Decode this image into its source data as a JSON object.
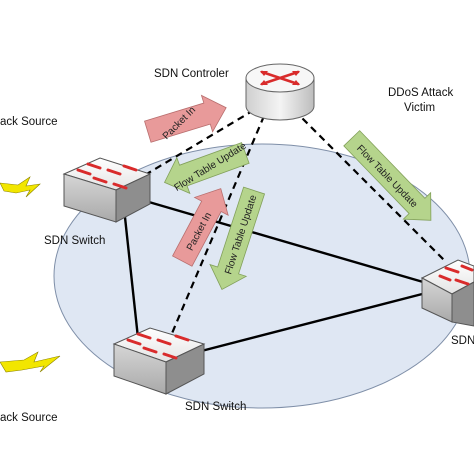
{
  "nodes": {
    "controller": {
      "label": "SDN Controler"
    },
    "switch_left": {
      "label": "SDN Switch"
    },
    "switch_bottom": {
      "label": "SDN Switch"
    },
    "switch_right": {
      "label": "SDN"
    }
  },
  "sources": {
    "top": {
      "label": "ack Source"
    },
    "bottom": {
      "label": "ack Source"
    }
  },
  "victim": {
    "line1": "DDoS Attack",
    "line2": "Victim"
  },
  "arrows": {
    "packet_in_top": {
      "label": "Packet In"
    },
    "flow_update_left": {
      "label": "Flow Table Update"
    },
    "packet_in_mid": {
      "label": "Packet In"
    },
    "flow_update_mid": {
      "label": "Flow Table Update"
    },
    "flow_update_right": {
      "label": "Flow Table Update"
    }
  },
  "colors": {
    "packet_in_arrow": "#e89a9a",
    "flow_update_arrow": "#b5d48c",
    "ellipse_fill": "#dfe7f3",
    "switch_red": "#d92b2b",
    "lightning": "#f2e600"
  }
}
